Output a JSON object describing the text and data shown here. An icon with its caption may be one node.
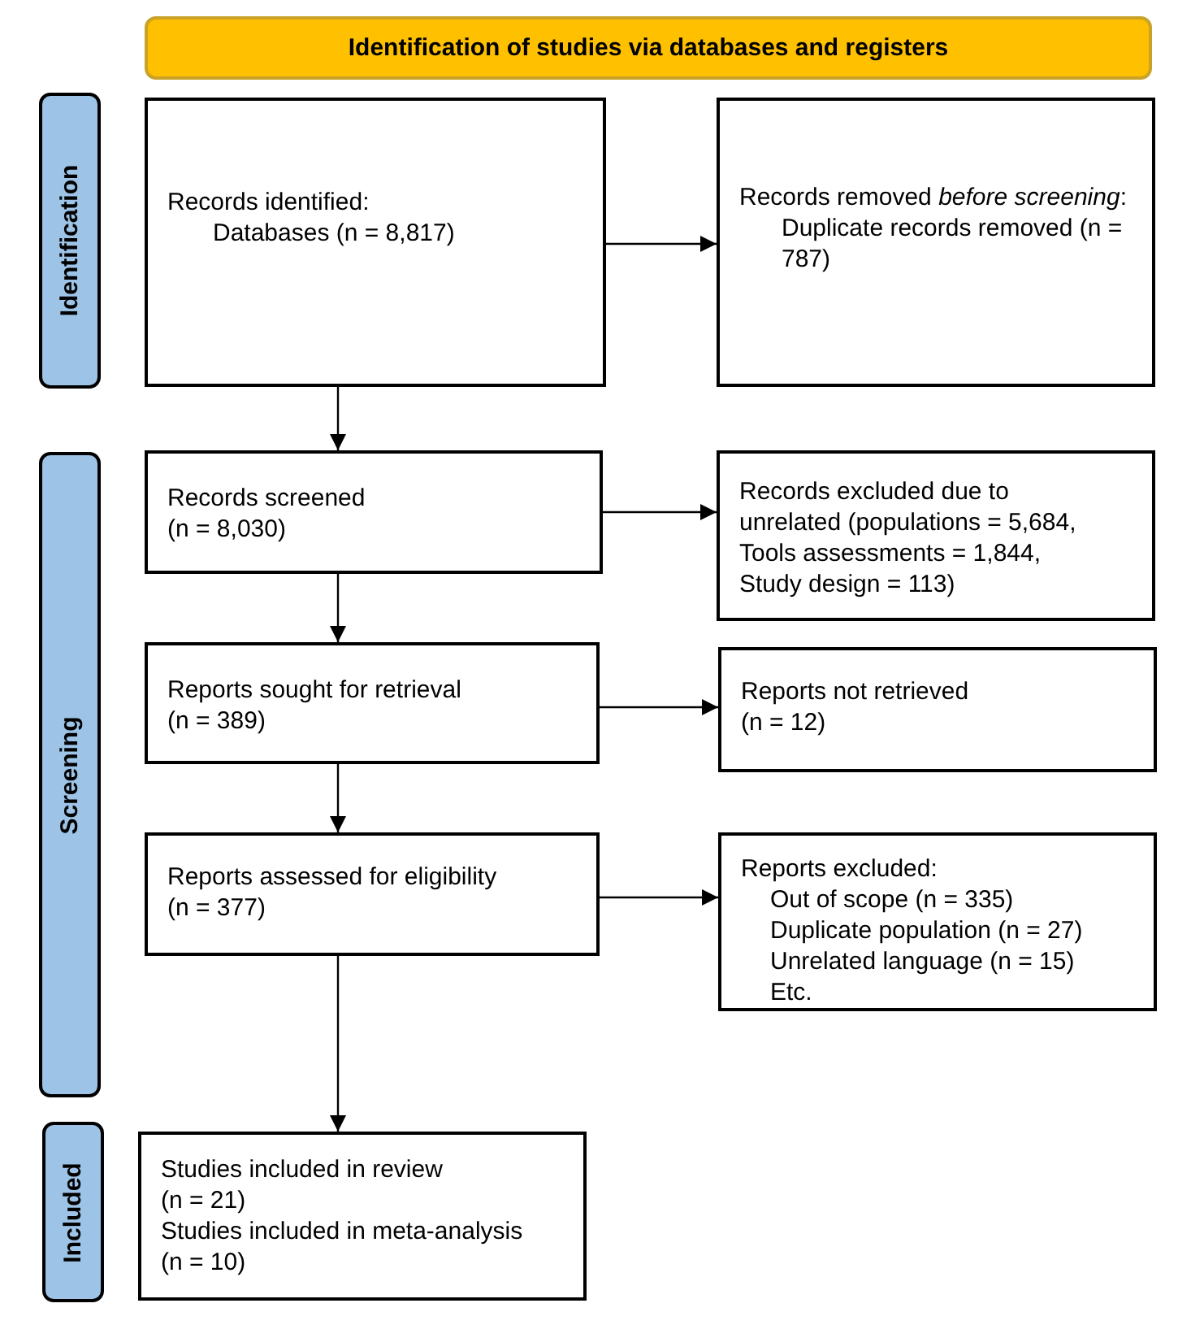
{
  "diagram": {
    "nodes": [
      {
        "text": [
          "Identification of studies via databases and registers"
        ]
      },
      {
        "text": [
          "Identification"
        ]
      },
      {
        "text": [
          "Screening"
        ]
      },
      {
        "text": [
          "Included"
        ]
      },
      {
        "text": [
          "Records identified:",
          "Databases (n = 8,817)"
        ]
      },
      {
        "text": [
          "Records removed *before screening*:",
          "Duplicate records removed (n = 787)"
        ]
      },
      {
        "text": [
          "Records screened",
          "(n = 8,030)"
        ]
      },
      {
        "text": [
          "Records excluded due to unrelated (populations = 5,684, Tools assessments = 1,844, Study design = 113)"
        ]
      },
      {
        "text": [
          "Reports sought for retrieval",
          "(n = 389)"
        ]
      },
      {
        "text": [
          "Reports not retrieved",
          "(n = 12)"
        ]
      },
      {
        "text": [
          "Reports assessed for eligibility",
          "(n = 377)"
        ]
      },
      {
        "text": [
          "Reports excluded:",
          "Out of scope (n = 335)",
          "Duplicate population (n = 27)",
          "Unrelated language (n = 15)",
          "Etc."
        ]
      },
      {
        "text": [
          "Studies included in review",
          "(n = 21)",
          "Studies included in meta-analysis",
          "(n = 10)"
        ]
      }
    ],
    "edges": [
      {
        "from": 4,
        "to": 5,
        "arrow": "to"
      },
      {
        "from": 4,
        "to": 6,
        "arrow": "to"
      },
      {
        "from": 6,
        "to": 7,
        "arrow": "to"
      },
      {
        "from": 6,
        "to": 8,
        "arrow": "to"
      },
      {
        "from": 8,
        "to": 9,
        "arrow": "to"
      },
      {
        "from": 8,
        "to": 10,
        "arrow": "to"
      },
      {
        "from": 10,
        "to": 11,
        "arrow": "to"
      },
      {
        "from": 10,
        "to": 12,
        "arrow": "to"
      }
    ]
  }
}
